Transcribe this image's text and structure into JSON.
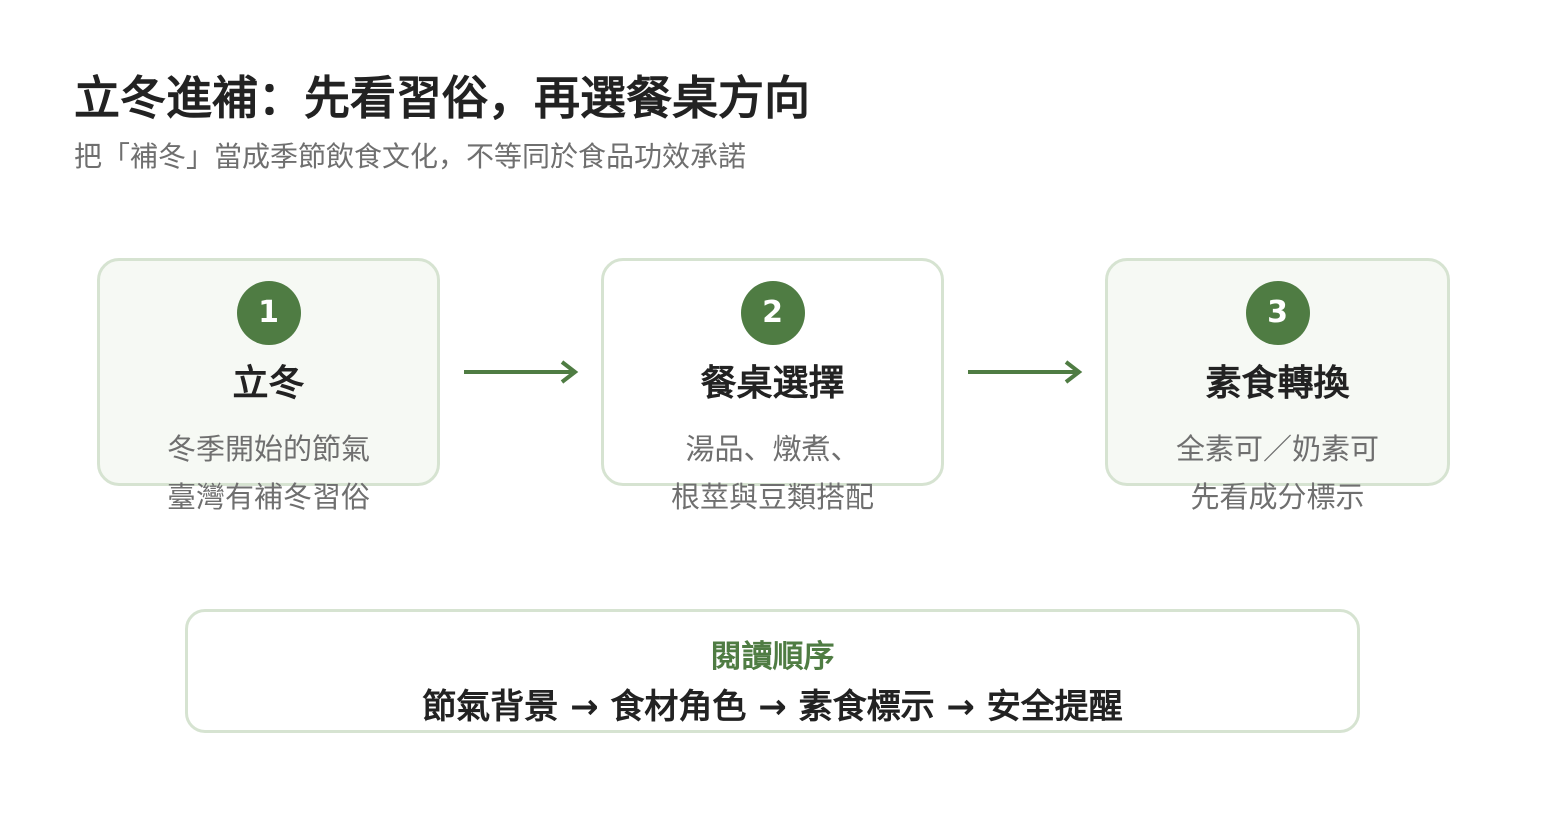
{
  "header": {
    "title": "立冬進補：先看習俗，再選餐桌方向",
    "subtitle": "把「補冬」當成季節飲食文化，不等同於食品功效承諾"
  },
  "steps": [
    {
      "number": "1",
      "title": "立冬",
      "lines": [
        "冬季開始的節氣",
        "臺灣有補冬習俗"
      ]
    },
    {
      "number": "2",
      "title": "餐桌選擇",
      "lines": [
        "湯品、燉煮、",
        "根莖與豆類搭配"
      ]
    },
    {
      "number": "3",
      "title": "素食轉換",
      "lines": [
        "全素可／奶素可",
        "先看成分標示"
      ]
    }
  ],
  "reading_order": {
    "heading": "閱讀順序",
    "text": "節氣背景 → 食材角色 → 素食標示 → 安全提醒"
  },
  "colors": {
    "accent": "#4f7c43",
    "card_border": "#d6e3d1",
    "card_fill": "#f6f9f4",
    "muted_text": "#6f6f6f",
    "main_text": "#222222"
  },
  "icons": {
    "connector": "arrow-right-icon"
  }
}
